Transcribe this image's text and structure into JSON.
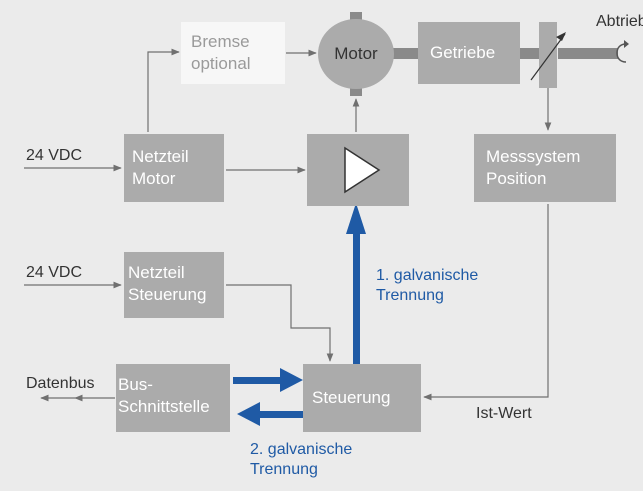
{
  "blocks": {
    "bremse": {
      "line1": "Bremse",
      "line2": "optional"
    },
    "motor": "Motor",
    "getriebe": "Getriebe",
    "netzteil_motor": {
      "line1": "Netzteil",
      "line2": "Motor"
    },
    "messsystem": {
      "line1": "Messsystem",
      "line2": "Position"
    },
    "netzteil_steuerung": {
      "line1": "Netzteil",
      "line2": "Steuerung"
    },
    "bus": {
      "line1": "Bus-",
      "line2": "Schnittstelle"
    },
    "steuerung": "Steuerung"
  },
  "labels": {
    "abtrieb": "Abtrieb",
    "supply_motor": "24 VDC",
    "supply_steuerung": "24 VDC",
    "datenbus": "Datenbus",
    "ist_wert": "Ist-Wert",
    "galv1": {
      "line1": "1. galvanische",
      "line2": "Trennung"
    },
    "galv2": {
      "line1": "2. galvanische",
      "line2": "Trennung"
    }
  },
  "colors": {
    "background": "#ebebeb",
    "block": "#ababab",
    "bremse_block": "#f7f7f7",
    "line": "#707070",
    "isolation_arrow": "#1f5aa5",
    "shaft": "#8a8a8a"
  },
  "icons": [
    "amplifier-triangle-icon",
    "rotation-arrow-icon",
    "adjustable-coupling-icon"
  ]
}
